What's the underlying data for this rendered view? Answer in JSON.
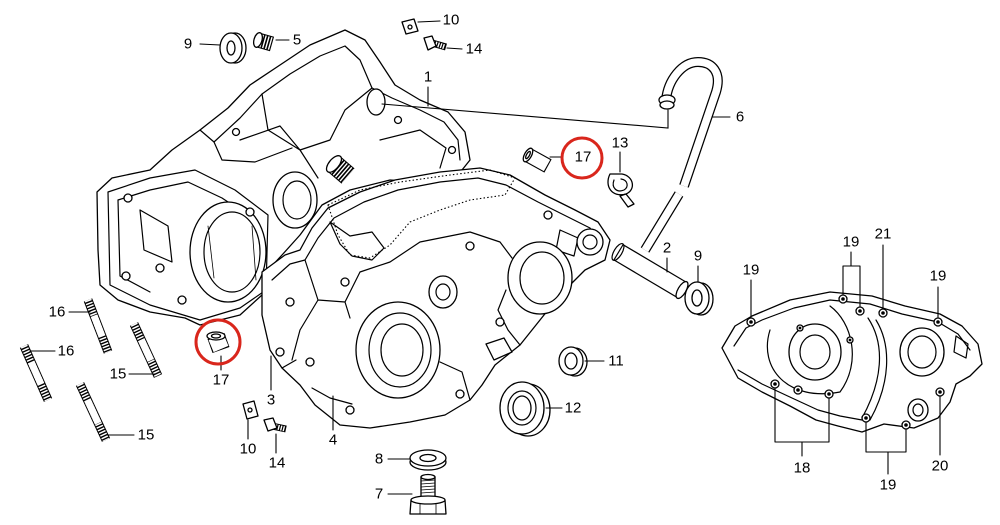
{
  "diagram": {
    "line_color": "#000000",
    "highlight_color": "#d9261c",
    "callouts": [
      "9",
      "5",
      "10",
      "14",
      "1",
      "6",
      "17",
      "13",
      "2",
      "9",
      "16",
      "16",
      "15",
      "15",
      "17",
      "3",
      "4",
      "11",
      "12",
      "10",
      "14",
      "8",
      "7"
    ],
    "inset_callouts": [
      "19",
      "19",
      "21",
      "19",
      "18",
      "19",
      "20"
    ]
  }
}
